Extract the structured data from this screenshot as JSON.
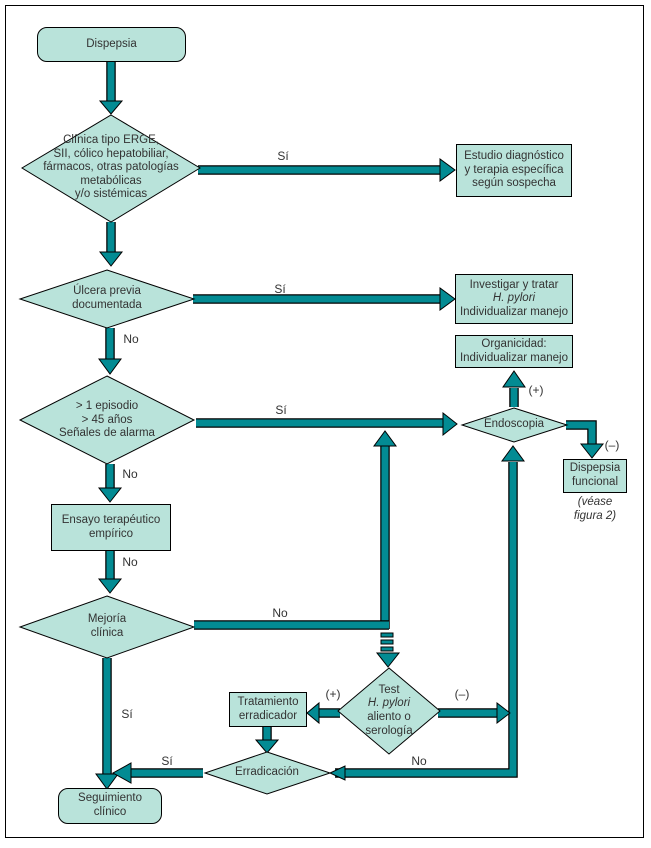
{
  "colors": {
    "arrow": "#038b93",
    "node_fill": "#b9e3da",
    "frame_border": "#000000",
    "text": "#333333"
  },
  "nodes": {
    "dispepsia": {
      "label": "Dispepsia"
    },
    "clinica": {
      "lines": [
        "Clínica tipo ERGE,",
        "SII, cólico hepatobiliar,",
        "fármacos, otras patologías",
        "metabólicas",
        "y/o sistémicas"
      ]
    },
    "estudio": {
      "lines": [
        "Estudio diagnóstico",
        "y terapia específica",
        "según sospecha"
      ]
    },
    "ulcera": {
      "lines": [
        "Úlcera previa",
        "documentada"
      ]
    },
    "investigar": {
      "lines": [
        "Investigar y tratar",
        "H. pylori",
        "Individualizar manejo"
      ]
    },
    "organicidad": {
      "lines": [
        "Organicidad:",
        "Individualizar manejo"
      ]
    },
    "episodio": {
      "lines": [
        "> 1 episodio",
        "> 45 años",
        "Señales de alarma"
      ]
    },
    "endoscopia": {
      "label": "Endoscopia"
    },
    "dispepsia_funcional": {
      "lines": [
        "Dispepsia",
        "funcional"
      ],
      "caption": [
        "(véase",
        "figura 2)"
      ]
    },
    "ensayo": {
      "lines": [
        "Ensayo terapéutico",
        "empírico"
      ]
    },
    "mejoria": {
      "lines": [
        "Mejoría",
        "clínica"
      ]
    },
    "test_hpylori": {
      "lines": [
        "Test",
        "H. pylori",
        "aliento o",
        "serología"
      ]
    },
    "tratamiento": {
      "lines": [
        "Tratamiento",
        "erradicador"
      ]
    },
    "erradicacion": {
      "label": "Erradicación"
    },
    "seguimiento": {
      "lines": [
        "Seguimiento",
        "clínico"
      ]
    }
  },
  "edge_labels": {
    "clinica_si": "Sí",
    "ulcera_si": "Sí",
    "ulcera_no": "No",
    "episodio_si": "Sí",
    "episodio_no": "No",
    "ensayo_no": "No",
    "mejoria_no": "No",
    "mejoria_si": "Sí",
    "endoscopia_pos": "(+)",
    "endoscopia_neg": "(–)",
    "test_pos": "(+)",
    "test_neg": "(–)",
    "erradicacion_si": "Sí",
    "erradicacion_no": "No"
  }
}
